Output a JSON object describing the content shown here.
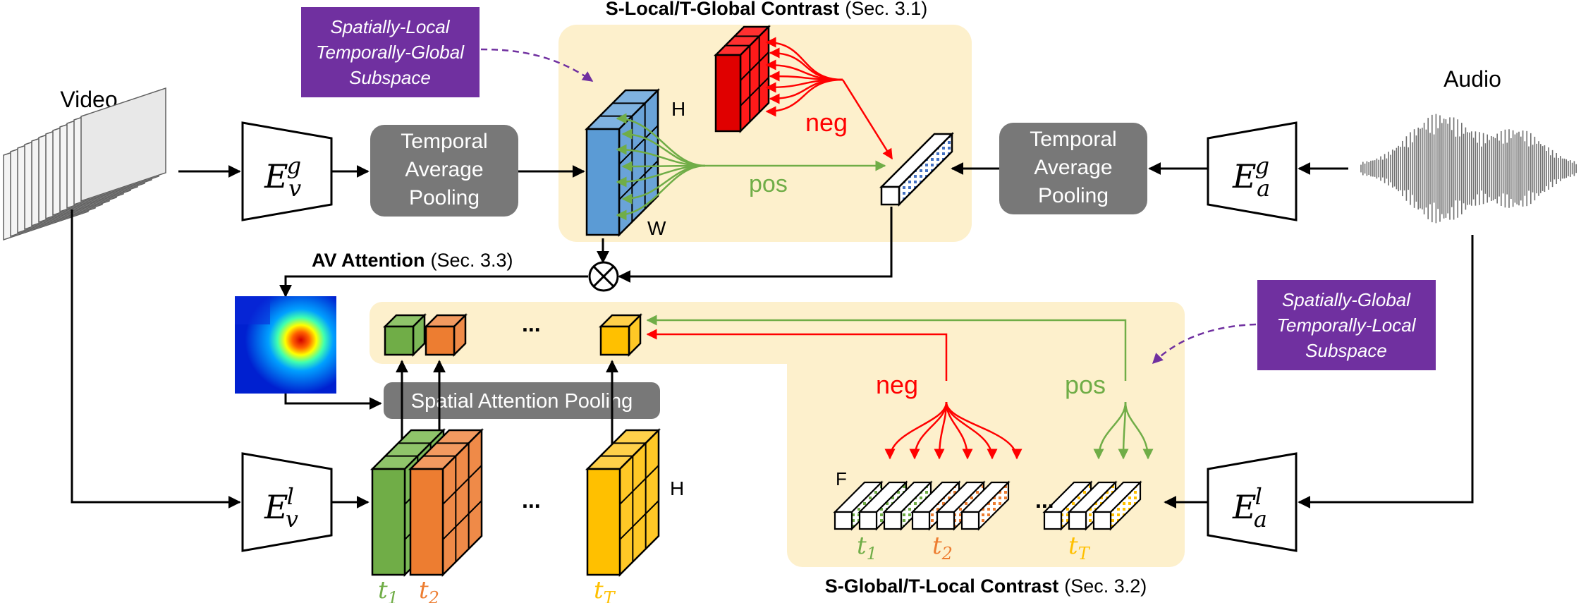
{
  "video": {
    "label": "Video"
  },
  "audio": {
    "label": "Audio"
  },
  "encoders": {
    "video_global": {
      "base": "E",
      "sub": "v",
      "sup": "g"
    },
    "audio_global": {
      "base": "E",
      "sub": "a",
      "sup": "g"
    },
    "video_local": {
      "base": "E",
      "sub": "v",
      "sup": "l"
    },
    "audio_local": {
      "base": "E",
      "sub": "a",
      "sup": "l"
    }
  },
  "pooling": {
    "video": [
      "Temporal",
      "Average",
      "Pooling"
    ],
    "audio": [
      "Temporal",
      "Average",
      "Pooling"
    ],
    "spatial_attention": "Spatial Attention Pooling"
  },
  "sections": {
    "top": {
      "bold": "S-Local/T-Global Contrast",
      "ref": "(Sec. 3.1)"
    },
    "bottom": {
      "bold": "S-Global/T-Local Contrast",
      "ref": "(Sec. 3.2)"
    },
    "attention": {
      "bold": "AV Attention",
      "ref": "(Sec. 3.3)"
    }
  },
  "subspaces": {
    "top": [
      "Spatially-Local",
      "Temporally-Global",
      "Subspace"
    ],
    "bottom": [
      "Spatially-Global",
      "Temporally-Local",
      "Subspace"
    ]
  },
  "labels": {
    "pos": "pos",
    "neg": "neg",
    "H": "H",
    "W": "W",
    "F": "F",
    "ellipsis": "..."
  },
  "time_labels": [
    {
      "base": "t",
      "sub": "1"
    },
    {
      "base": "t",
      "sub": "2"
    },
    {
      "base": "t",
      "sub": "T"
    }
  ],
  "colors": {
    "panel": "#fdf0cc",
    "gray_box": "#787878",
    "purple": "#7030a0",
    "green": "#70ad47",
    "orange": "#ed7d31",
    "yellow": "#ffc000",
    "red": "#ff0000",
    "blue": "#5b9bd5"
  }
}
